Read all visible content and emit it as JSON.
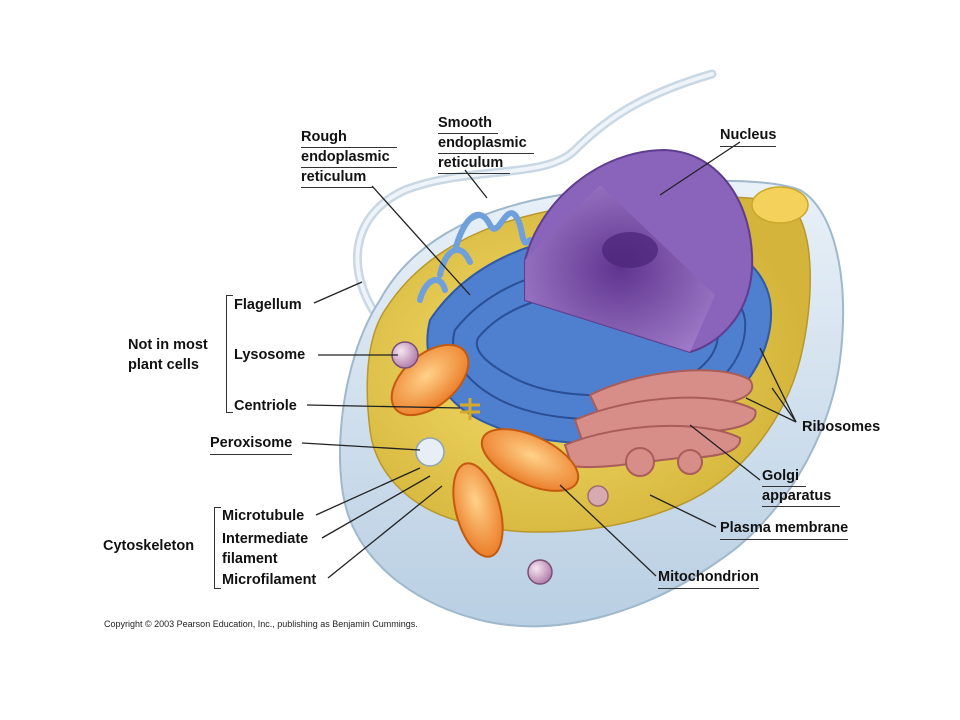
{
  "labels": {
    "rough_er": "Rough\nendoplasmic\nreticulum",
    "smooth_er": "Smooth\nendoplasmic\nreticulum",
    "nucleus": "Nucleus",
    "flagellum": "Flagellum",
    "lysosome": "Lysosome",
    "centriole": "Centriole",
    "not_in_most_plant_cells": "Not in most\nplant cells",
    "peroxisome": "Peroxisome",
    "microtubule": "Microtubule",
    "intermediate_filament": "Intermediate\nfilament",
    "microfilament": "Microfilament",
    "cytoskeleton": "Cytoskeleton",
    "ribosomes": "Ribosomes",
    "golgi_apparatus": "Golgi\napparatus",
    "plasma_membrane": "Plasma membrane",
    "mitochondrion": "Mitochondrion"
  },
  "copyright": "Copyright © 2003 Pearson Education, Inc., publishing as Benjamin Cummings.",
  "colors": {
    "er": "#4a78c8",
    "nucleus": "#7b52a8",
    "cytoplasm": "#e6c84a",
    "membrane": "#cfe0ee",
    "golgi": "#d98f8a",
    "mitochondrion": "#f08a2a"
  }
}
